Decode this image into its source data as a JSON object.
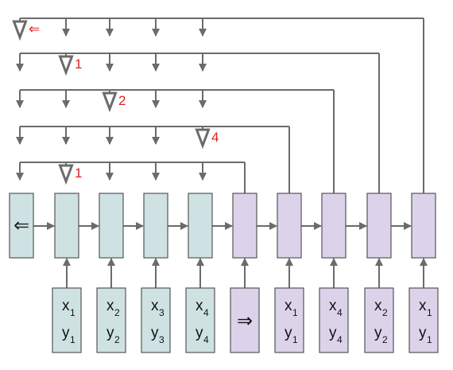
{
  "colors": {
    "line": "#6b6b6b",
    "teal": "#cfe2e3",
    "lavender": "#dcd3ea",
    "red": "#e02020",
    "box_edge": "#555555"
  },
  "query_labels": [
    "⇐",
    "1",
    "2",
    "4",
    "1"
  ],
  "state_cells": [
    {
      "text": "⇐",
      "kind": "teal"
    },
    {
      "text": "",
      "kind": "teal"
    },
    {
      "text": "",
      "kind": "teal"
    },
    {
      "text": "",
      "kind": "teal"
    },
    {
      "text": "",
      "kind": "teal"
    },
    {
      "text": "",
      "kind": "lavender"
    },
    {
      "text": "",
      "kind": "lavender"
    },
    {
      "text": "",
      "kind": "lavender"
    },
    {
      "text": "",
      "kind": "lavender"
    },
    {
      "text": "",
      "kind": "lavender"
    }
  ],
  "inputs": [
    {
      "sym": "⇒",
      "kind": "lavender"
    },
    {
      "x": "x",
      "xs": "1",
      "y": "y",
      "ys": "1",
      "kind": "teal"
    },
    {
      "x": "x",
      "xs": "2",
      "y": "y",
      "ys": "2",
      "kind": "teal"
    },
    {
      "x": "x",
      "xs": "3",
      "y": "y",
      "ys": "3",
      "kind": "teal"
    },
    {
      "x": "x",
      "xs": "4",
      "y": "y",
      "ys": "4",
      "kind": "teal"
    },
    {
      "sym": "⇒",
      "kind": "lavender"
    },
    {
      "x": "x",
      "xs": "1",
      "y": "y",
      "ys": "1",
      "kind": "lavender"
    },
    {
      "x": "x",
      "xs": "4",
      "y": "y",
      "ys": "4",
      "kind": "lavender"
    },
    {
      "x": "x",
      "xs": "2",
      "y": "y",
      "ys": "2",
      "kind": "lavender"
    },
    {
      "x": "x",
      "xs": "1",
      "y": "y",
      "ys": "1",
      "kind": "lavender"
    }
  ]
}
